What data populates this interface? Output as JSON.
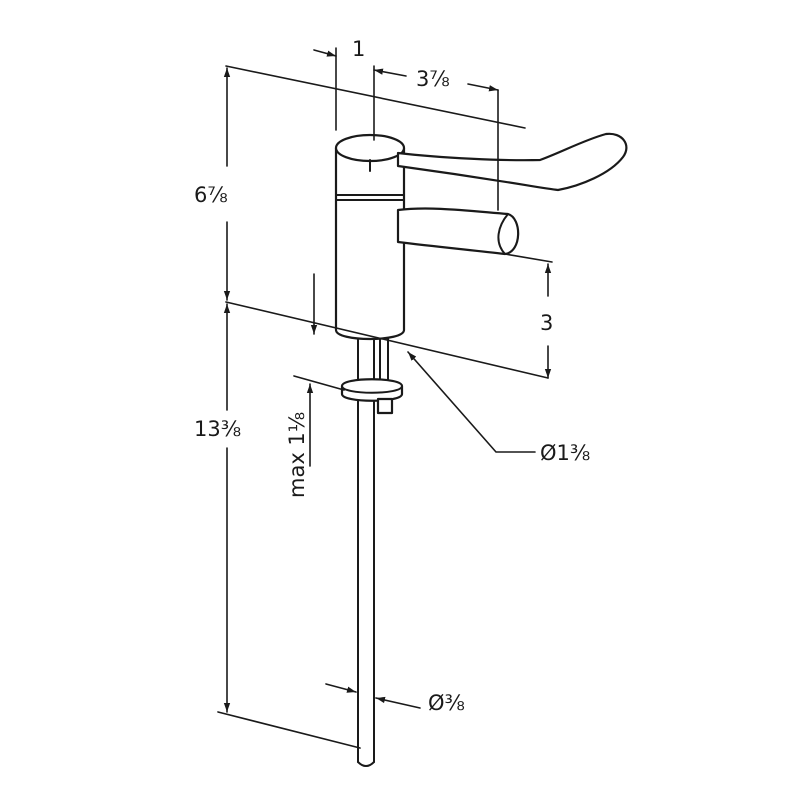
{
  "dimensions": {
    "handle_offset": "1",
    "lever_reach": "3⅞",
    "body_height": "6⅞",
    "spout_clearance": "3",
    "body_diameter": "Ø1⅜",
    "shank_length": "13⅜",
    "max_mount_thickness": "max 1⅛",
    "tube_diameter": "Ø⅜"
  }
}
